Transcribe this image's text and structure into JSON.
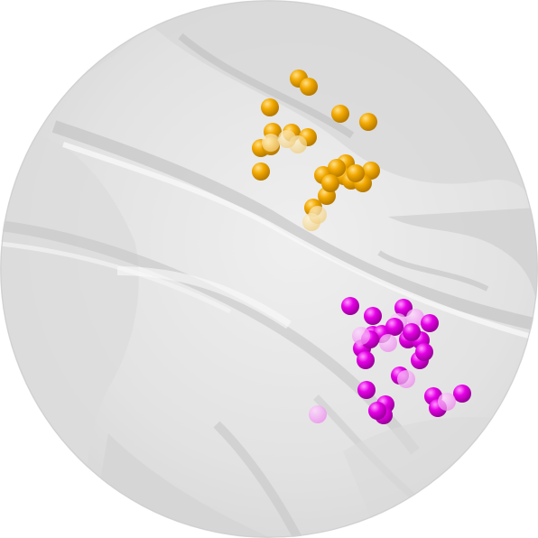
{
  "scene": {
    "background": "#ffffff",
    "surface_base": "#e6e6e6",
    "surface_shadow": "#bdbdbd",
    "surface_highlight": "#f6f6f6"
  },
  "clusters": [
    {
      "name": "orange-cluster",
      "color": "#f2a900",
      "highlight": "#ffd966",
      "shadow": "#b77a00",
      "point_count": 27
    },
    {
      "name": "magenta-cluster",
      "color": "#e600e6",
      "highlight": "#ff8cff",
      "shadow": "#990099",
      "point_count": 30
    }
  ]
}
